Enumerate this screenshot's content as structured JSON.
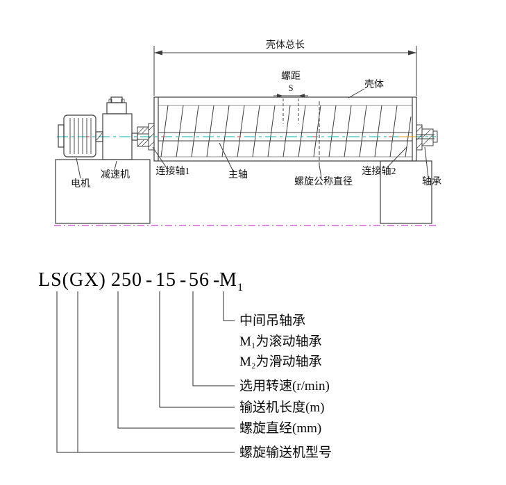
{
  "figure": {
    "dim_total_length": "壳体总长",
    "pitch_label": "螺距",
    "pitch_symbol": "S",
    "housing_label": "壳体",
    "labels": {
      "motor": "电机",
      "reducer": "减速机",
      "coupling1": "连接轴1",
      "main_shaft": "主轴",
      "nominal_diameter": "螺旋公称直径",
      "coupling2": "连接轴2",
      "bearing": "轴承"
    }
  },
  "model": {
    "series": "LS(GX)",
    "diameter": "250",
    "sep1": "-",
    "length": "15",
    "sep2": "-",
    "speed": "56",
    "sep3": "-",
    "bearing": "M",
    "bearing_sub": "1",
    "legend": {
      "middle_bearing": "中间吊轴承",
      "m1_note": "M₁为滚动轴承",
      "m2_note": "M₂为滑动轴承",
      "speed": "选用转速(r/min)",
      "length": "输送机长度(m)",
      "diameter": "螺旋直经(mm)",
      "model": "螺旋输送机型号"
    }
  },
  "colors": {
    "line": "#3c3c3c",
    "centerline_cyan": "#00b0b0",
    "centerline_red": "#cc3333",
    "centerline_orange": "#e09a00",
    "ground_magenta": "#cc44cc"
  }
}
